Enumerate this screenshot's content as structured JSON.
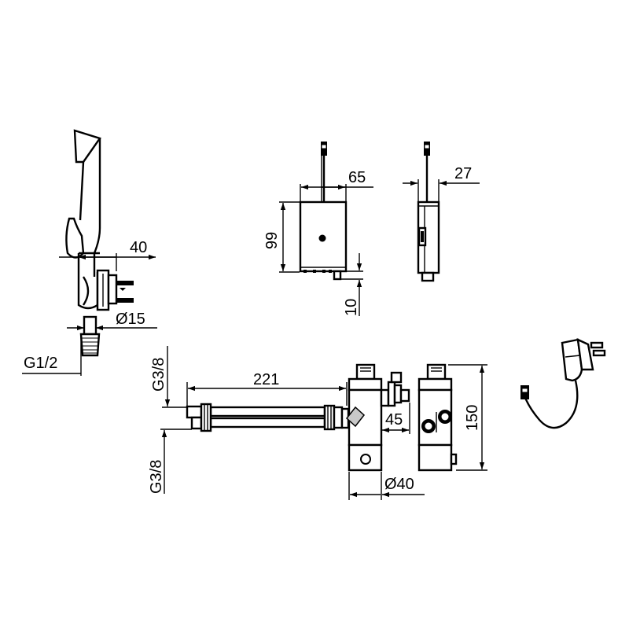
{
  "dimensions": {
    "faucet_height_offset": "40",
    "faucet_tail_diameter": "Ø15",
    "faucet_thread": "G1/2",
    "box_width": "65",
    "box_height": "99",
    "box_foot": "10",
    "box_depth": "27",
    "hose_length": "221",
    "hose_thread_upper": "G3/8",
    "hose_thread_lower": "G3/8",
    "valve_offset": "45",
    "valve_height": "150",
    "valve_diameter": "Ø40"
  },
  "colors": {
    "line": "#000000",
    "fill_light": "#c8c8c8",
    "background": "#ffffff"
  }
}
